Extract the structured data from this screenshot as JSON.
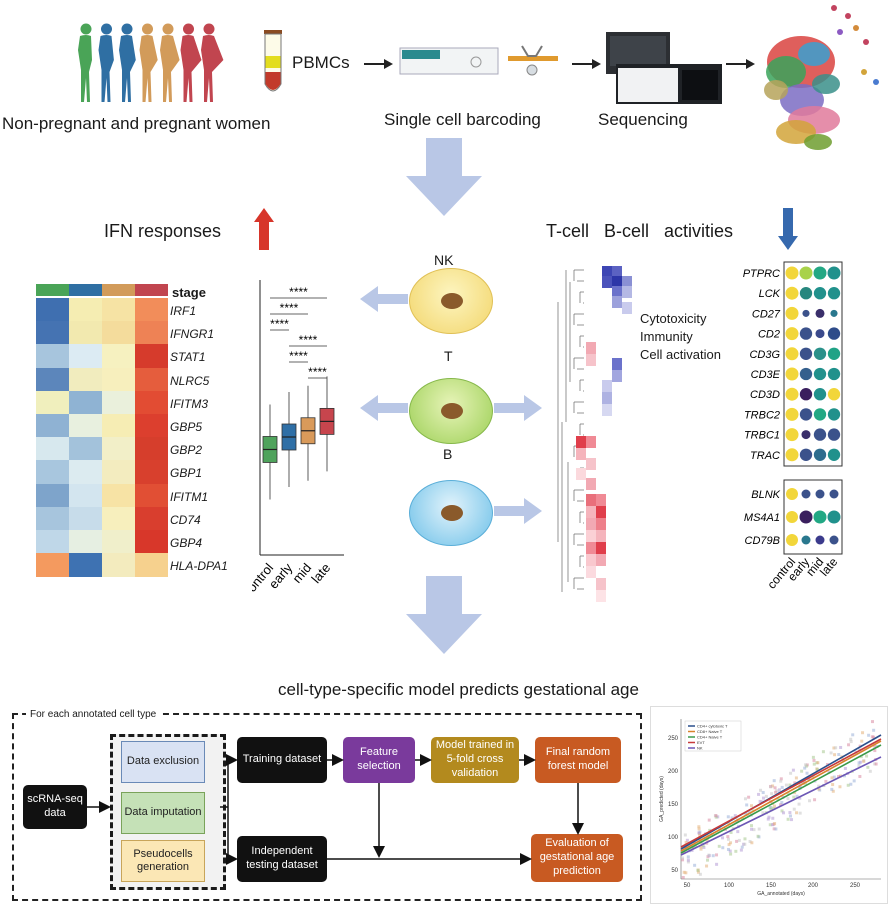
{
  "pipeline": {
    "women_label": "Non-pregnant and pregnant women",
    "pbmc_label": "PBMCs",
    "barcoding_label": "Single cell barcoding",
    "sequencing_label": "Sequencing"
  },
  "middle": {
    "ifn_label": "IFN responses",
    "tb_label": "T-cell   B-cell   activities",
    "nk_label": "NK",
    "t_label": "T",
    "b_label": "B",
    "annotation": [
      "Cytotoxicity",
      "Immunity",
      "Cell activation"
    ]
  },
  "heatmap": {
    "stage_label": "stage",
    "stage_colors": [
      "#4aa457",
      "#2f6fa3",
      "#d29b5a",
      "#c1454f"
    ],
    "genes": [
      "IRF1",
      "IFNGR1",
      "STAT1",
      "NLRC5",
      "IFITM3",
      "GBP5",
      "GBP2",
      "GBP1",
      "IFITM1",
      "CD74",
      "GBP4",
      "HLA-DPA1"
    ],
    "colors": [
      [
        "#3f6fb0",
        "#f5edb2",
        "#f6e3a4",
        "#f28d5a"
      ],
      [
        "#4573b2",
        "#f2e9af",
        "#f4dc9c",
        "#ee8255"
      ],
      [
        "#a7c5dd",
        "#dcebf3",
        "#f6f1c0",
        "#d63b2c"
      ],
      [
        "#5c86bb",
        "#f1ecbe",
        "#f7efbd",
        "#e55d3d"
      ],
      [
        "#f0efbd",
        "#8fb3d3",
        "#eaf0dc",
        "#e24c33"
      ],
      [
        "#8fb2d3",
        "#e8f0df",
        "#f6edb4",
        "#dc3f2e"
      ],
      [
        "#d7e8ee",
        "#a3c2db",
        "#f2efc8",
        "#d63e2c"
      ],
      [
        "#a8c6de",
        "#dcebf0",
        "#f3ecbf",
        "#d8402d"
      ],
      [
        "#7ea4cb",
        "#d3e5ef",
        "#f7e3a5",
        "#e14f34"
      ],
      [
        "#a7c5dd",
        "#c7dcea",
        "#f7efbd",
        "#d93e2e"
      ],
      [
        "#bfd7e8",
        "#e6efe2",
        "#f0efcb",
        "#d8372a"
      ],
      [
        "#f49a5f",
        "#3e72b2",
        "#f3ebbe",
        "#f6d18e"
      ]
    ]
  },
  "boxplot": {
    "categories": [
      "control",
      "early",
      "mid",
      "late"
    ],
    "colors": [
      "#4fa35c",
      "#2f6fa6",
      "#d99a5a",
      "#c7454d"
    ],
    "medians": [
      0.42,
      0.5,
      0.54,
      0.6
    ],
    "sig": [
      "****",
      "****",
      "****",
      "****",
      "****",
      "****"
    ]
  },
  "dotplot": {
    "t_genes": [
      "PTPRC",
      "LCK",
      "CD27",
      "CD2",
      "CD3G",
      "CD3E",
      "CD3D",
      "TRBC2",
      "TRBC1",
      "TRAC"
    ],
    "b_genes": [
      "BLNK",
      "MS4A1",
      "CD79B"
    ],
    "categories": [
      "control",
      "early",
      "mid",
      "late"
    ],
    "t_colors": [
      [
        "#f2d63a",
        "#a8d24a",
        "#22a884",
        "#21918c"
      ],
      [
        "#f2d63a",
        "#27877e",
        "#21918c",
        "#21918c"
      ],
      [
        "#f2d63a",
        "#3b528b",
        "#3a2f6b",
        "#2a788e"
      ],
      [
        "#f2d63a",
        "#3b528b",
        "#3b4a8c",
        "#2e4c8a"
      ],
      [
        "#f2d63a",
        "#3b528b",
        "#2a918a",
        "#20a386"
      ],
      [
        "#f2d63a",
        "#35608d",
        "#21918c",
        "#21918c"
      ],
      [
        "#f2d63a",
        "#3a1f5e",
        "#21918c",
        "#f2d63a"
      ],
      [
        "#f2d63a",
        "#3b528b",
        "#22a884",
        "#21918c"
      ],
      [
        "#f2d63a",
        "#3a2f6b",
        "#3b528b",
        "#3b528b"
      ],
      [
        "#f2d63a",
        "#3b528b",
        "#2e6d8e",
        "#21918c"
      ]
    ],
    "t_sizes": [
      1,
      0.95,
      0.55,
      0.95,
      0.95,
      0.95,
      0.95,
      0.95,
      0.95,
      0.95
    ],
    "b_colors": [
      [
        "#f2d63a",
        "#3b528b",
        "#3b528b",
        "#3b528b"
      ],
      [
        "#f2d63a",
        "#3a1f5e",
        "#22a884",
        "#21918c"
      ],
      [
        "#f2d63a",
        "#2a788e",
        "#3b3b8c",
        "#3b528b"
      ]
    ]
  },
  "prediction": {
    "title": "cell-type-specific model predicts gestational age",
    "panel_label": "For each annotated cell type",
    "input": "scRNA-seq data",
    "preprocess": [
      "Data exclusion",
      "Data imputation",
      "Pseudocells generation"
    ],
    "training": "Training dataset",
    "testing": "Independent testing dataset",
    "feature": "Feature selection",
    "model": "Model trained in 5-fold cross validation",
    "final": "Final random forest model",
    "evaluation": "Evaluation of gestational age prediction"
  },
  "scatter": {
    "y_ticks": [
      "250",
      "200",
      "150",
      "100",
      "50"
    ],
    "x_ticks": [
      "50",
      "100",
      "150",
      "200",
      "250"
    ],
    "legend": [
      "CD4+ cytotoxic T",
      "CD8+ Naive T",
      "CD4+ Naive T",
      "EVT",
      "NK"
    ],
    "legend_colors": [
      "#2b4f8c",
      "#d9822b",
      "#3a9a4a",
      "#c73a3a",
      "#6c57b5"
    ],
    "xlabel": "GA_annotated (days)",
    "ylabel": "GA_predicted (days)"
  }
}
